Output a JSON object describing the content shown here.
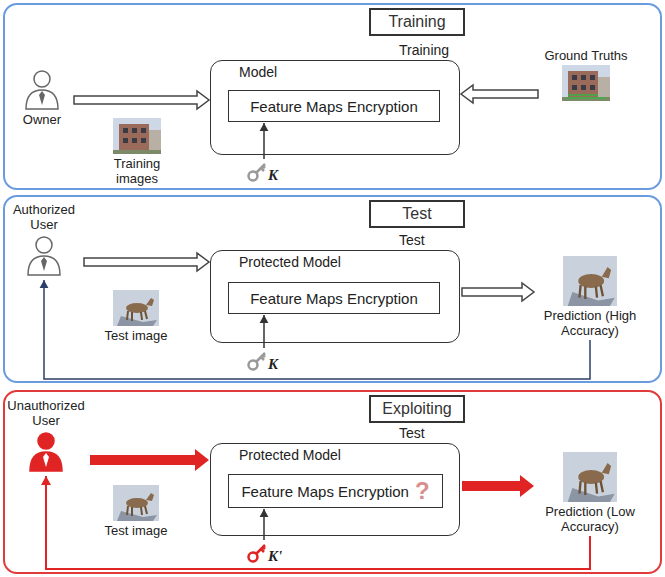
{
  "diagram": {
    "nodes": [
      {
        "text": [
          "Training"
        ]
      },
      {
        "text": [
          "Owner"
        ],
        "in": 0
      },
      {
        "text": [
          "Training images"
        ],
        "in": 0
      },
      {
        "text": [
          "Training",
          "Model"
        ],
        "in": 0
      },
      {
        "text": [
          "Feature Maps Encryption"
        ],
        "in": 3
      },
      {
        "text": [
          "K"
        ],
        "in": 0
      },
      {
        "text": [
          "Ground Truths"
        ],
        "in": 0
      },
      {
        "text": [
          "Test"
        ]
      },
      {
        "text": [
          "Authorized User"
        ],
        "in": 7
      },
      {
        "text": [
          "Test image"
        ],
        "in": 7
      },
      {
        "text": [
          "Test",
          "Protected Model"
        ],
        "in": 7
      },
      {
        "text": [
          "Feature Maps Encryption"
        ],
        "in": 10
      },
      {
        "text": [
          "K"
        ],
        "in": 7
      },
      {
        "text": [
          "Prediction (High Accuracy)"
        ],
        "in": 7
      },
      {
        "text": [
          "Exploiting"
        ]
      },
      {
        "text": [
          "Unauthorized User"
        ],
        "in": 14
      },
      {
        "text": [
          "Test image"
        ],
        "in": 14
      },
      {
        "text": [
          "Test",
          "Protected Model"
        ],
        "in": 14
      },
      {
        "text": [
          "Feature Maps Encryption",
          "?"
        ],
        "in": 17
      },
      {
        "text": [
          "K'"
        ],
        "in": 14
      },
      {
        "text": [
          "Prediction (Low Accuracy)"
        ],
        "in": 14
      }
    ],
    "edges": [
      {
        "from": 1,
        "to": 3,
        "arrow": "to"
      },
      {
        "from": 6,
        "to": 3,
        "arrow": "to"
      },
      {
        "from": 5,
        "to": 4,
        "arrow": "to"
      },
      {
        "from": 8,
        "to": 10,
        "arrow": "to"
      },
      {
        "from": 10,
        "to": 13,
        "arrow": "to"
      },
      {
        "from": 13,
        "to": 8,
        "arrow": "to"
      },
      {
        "from": 12,
        "to": 11,
        "arrow": "to"
      },
      {
        "from": 15,
        "to": 17,
        "arrow": "to"
      },
      {
        "from": 17,
        "to": 20,
        "arrow": "to"
      },
      {
        "from": 20,
        "to": 15,
        "arrow": "to"
      },
      {
        "from": 19,
        "to": 18,
        "arrow": "to"
      }
    ]
  }
}
